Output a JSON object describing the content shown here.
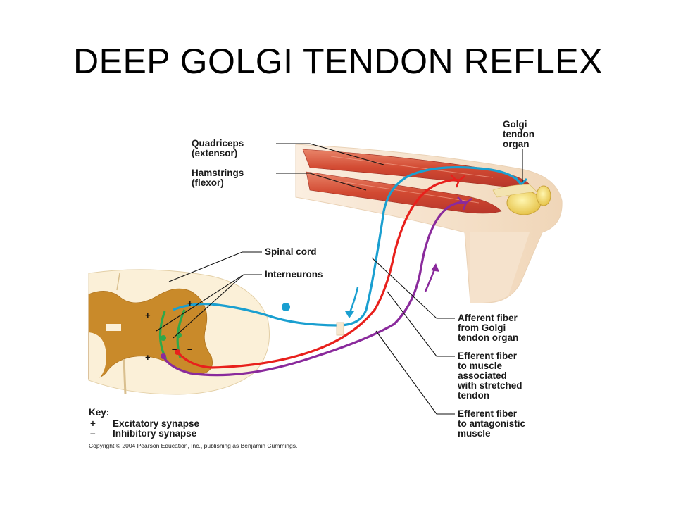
{
  "title": "DEEP GOLGI TENDON REFLEX",
  "labels": {
    "quadriceps": [
      "Quadriceps",
      "(extensor)"
    ],
    "hamstrings": [
      "Hamstrings",
      "(flexor)"
    ],
    "golgi_tendon_organ": [
      "Golgi",
      "tendon",
      "organ"
    ],
    "spinal_cord": "Spinal cord",
    "interneurons": "Interneurons",
    "afferent_fiber": [
      "Afferent fiber",
      "from Golgi",
      "tendon organ"
    ],
    "efferent_fiber_stretched": [
      "Efferent fiber",
      "to muscle",
      "associated",
      "with stretched",
      "tendon"
    ],
    "efferent_fiber_antagonistic": [
      "Efferent fiber",
      "to antagonistic",
      "muscle"
    ]
  },
  "synapse_signs": {
    "plus": "+",
    "minus": "–"
  },
  "key": {
    "heading": "Key:",
    "excitatory_symbol": "+",
    "excitatory_label": "Excitatory synapse",
    "inhibitory_symbol": "–",
    "inhibitory_label": "Inhibitory synapse"
  },
  "copyright": "Copyright © 2004 Pearson Education, Inc., publishing as Benjamin Cummings.",
  "colors": {
    "afferent": "#1a9fd0",
    "efferent": "#e8201c",
    "antagonistic": "#8a2a9c",
    "interneuron": "#2fa84a",
    "muscle": "#d8583e",
    "skin": "#f3dcc0",
    "gray_matter": "#c98a2a",
    "white_matter": "#fbf0d8"
  }
}
